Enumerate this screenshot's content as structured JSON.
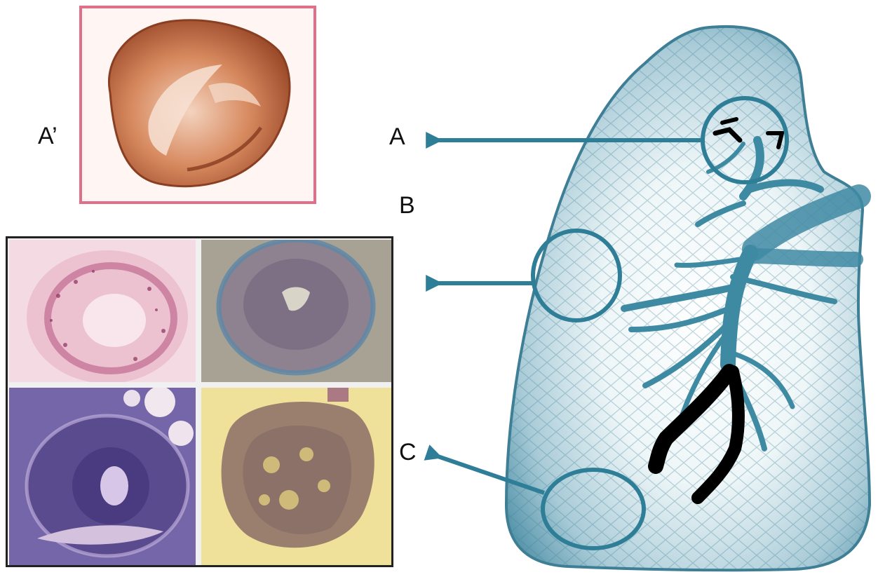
{
  "labels": {
    "a_prime": "A’",
    "a": "A",
    "b": "B",
    "c": "C"
  },
  "colors": {
    "lung_outline": "#3e7f96",
    "lung_fill": "#cfe3ea",
    "vessel": "#3f8aa3",
    "arrow": "#2f7e98",
    "occlusion": "#000000",
    "specimen_border": "#e0708a",
    "histology_border": "#222222"
  },
  "icons": {
    "arrow_a": "arrow-left-icon",
    "arrow_b": "arrow-left-icon",
    "arrow_c": "arrow-left-icon"
  }
}
